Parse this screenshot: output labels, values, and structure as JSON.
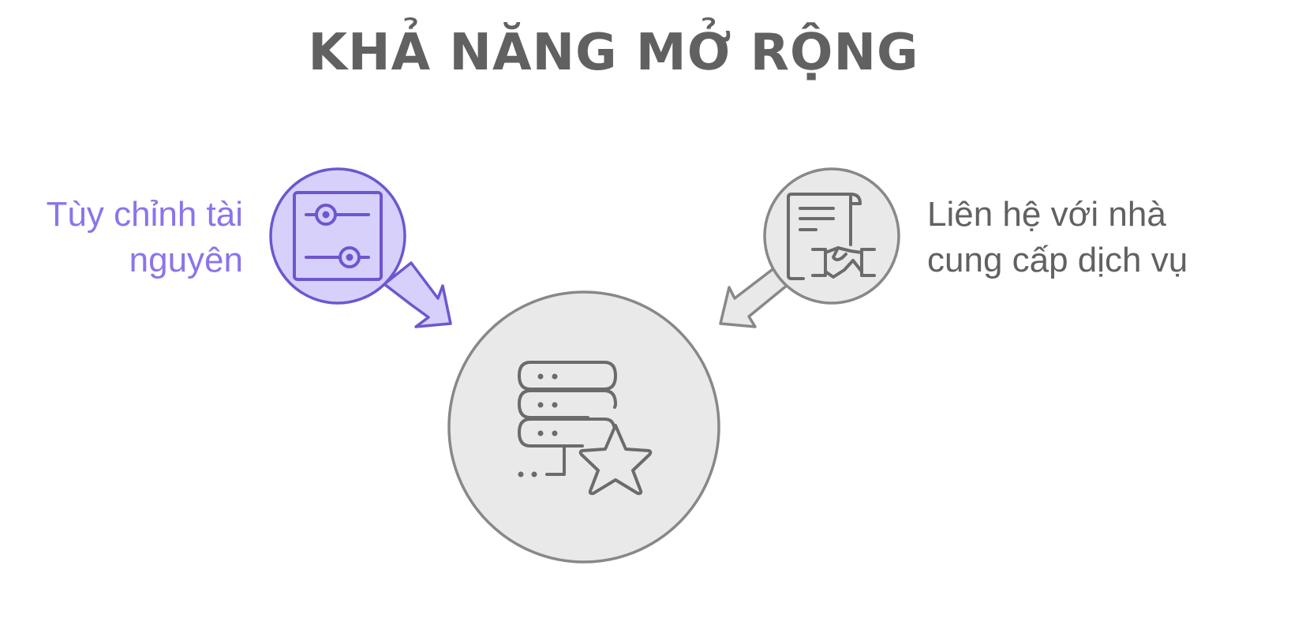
{
  "title": "KHẢ NĂNG MỞ RỘNG",
  "nodes": {
    "left": {
      "lines": [
        "Tùy chỉnh tài",
        "nguyên"
      ],
      "icon": "sliders-icon",
      "color": "#7b68ee",
      "fill": "#d7d0fb"
    },
    "right": {
      "lines": [
        "Liên hệ với nhà",
        "cung cấp dịch vụ"
      ],
      "icon": "contract-handshake-icon",
      "color": "#7a7a7a",
      "fill": "#e9e9e9"
    },
    "center": {
      "icon": "server-star-icon",
      "color": "#7a7a7a",
      "fill": "#e9e9e9"
    }
  }
}
